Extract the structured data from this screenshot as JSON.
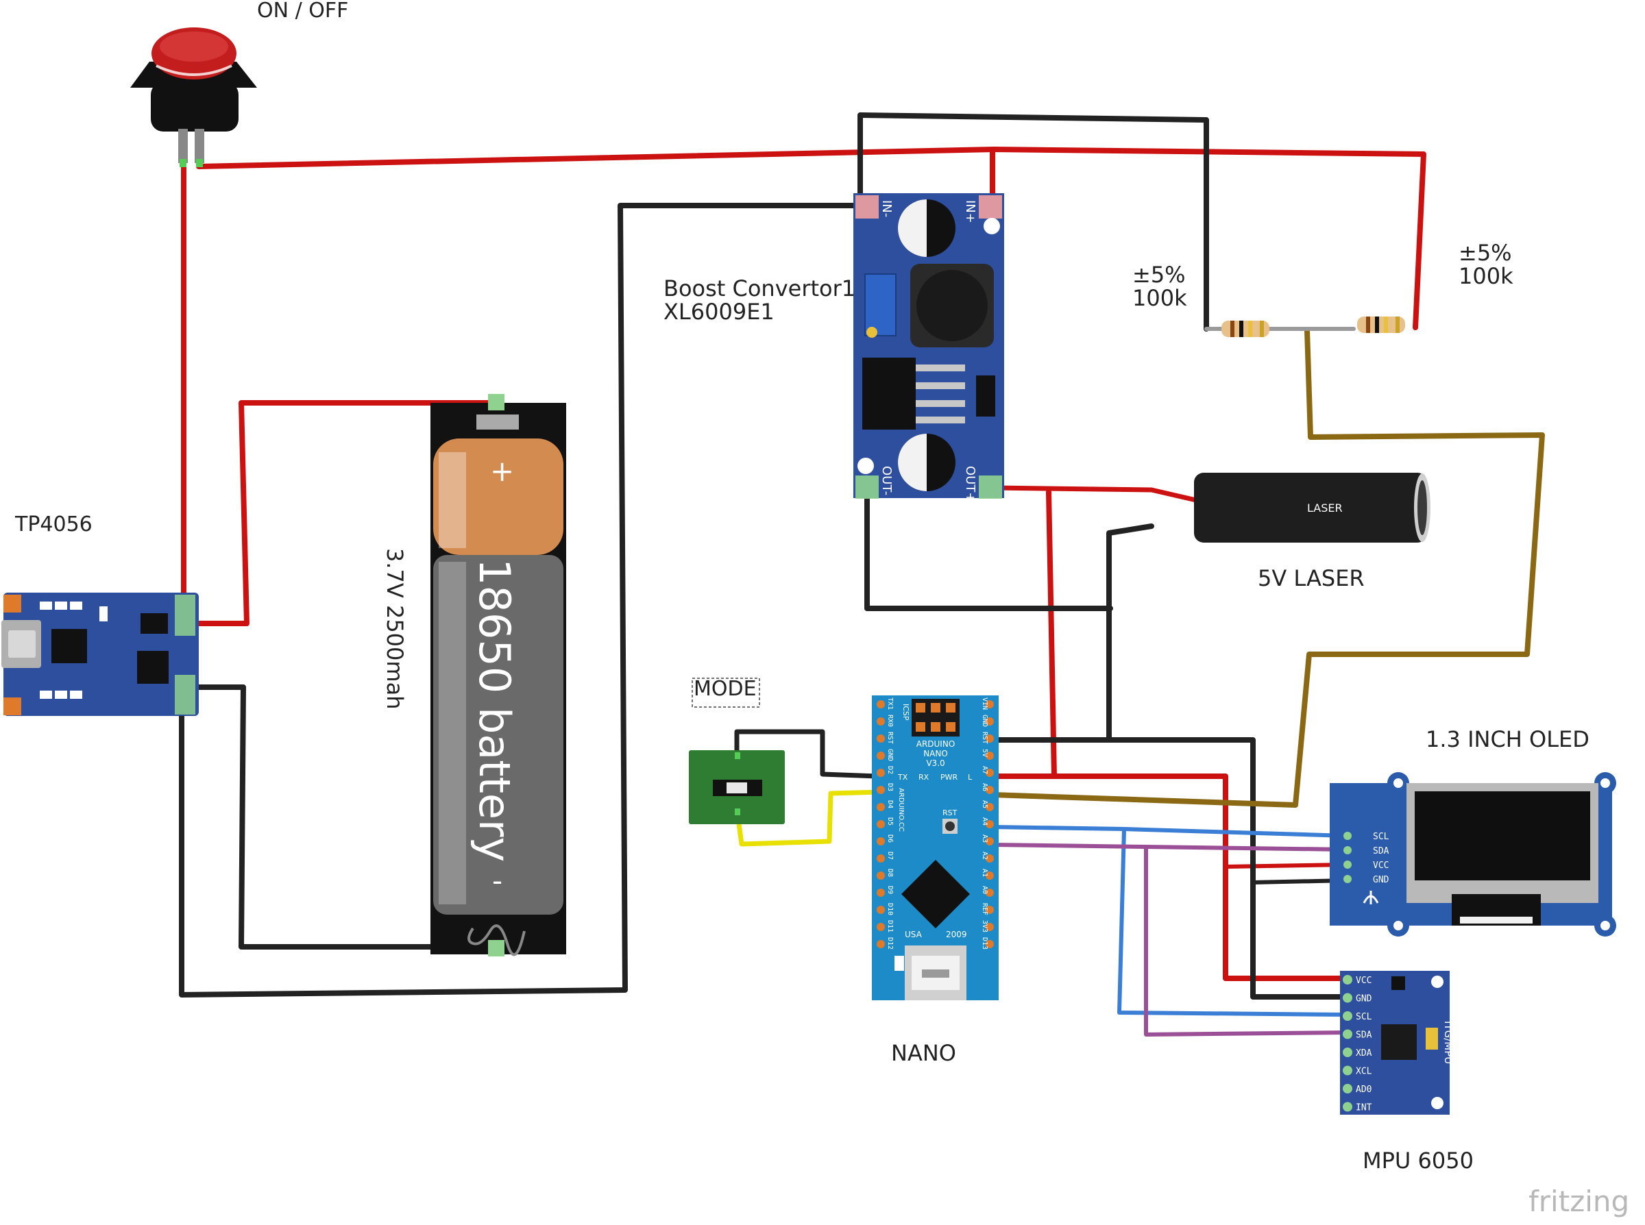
{
  "labels": {
    "on_off": "ON / OFF",
    "tp4056": "TP4056",
    "battery_capacity": "3.7V 2500mah",
    "battery_name": "18650 battery",
    "battery_plus": "+",
    "battery_minus": "-",
    "boost_line1": "Boost Convertor1",
    "boost_line2": "XL6009E1",
    "resistor1_tol": "±5%",
    "resistor1_val": "100k",
    "resistor2_tol": "±5%",
    "resistor2_val": "100k",
    "laser_body": "LASER",
    "laser_name": "5V LASER",
    "mode": "MODE",
    "nano": "NANO",
    "oled": "1.3 INCH OLED",
    "mpu": "MPU 6050",
    "watermark": "fritzing"
  },
  "boost_pins": {
    "in_minus": "IN-",
    "in_plus": "IN+",
    "out_minus": "OUT-",
    "out_plus": "OUT+"
  },
  "nano_board": {
    "icsp": "ICSP",
    "line1": "ARDUINO",
    "line2": "NANO",
    "line3": "V3.0",
    "rst": "RST",
    "tx": "TX",
    "rx": "RX",
    "pwr": "PWR",
    "l": "L",
    "usa": "USA",
    "year": "2009",
    "brand": "ARDUINO.CC",
    "left_pins": [
      "TX1",
      "RX0",
      "RST",
      "GND",
      "D2",
      "D3",
      "D4",
      "D5",
      "D6",
      "D7",
      "D8",
      "D9",
      "D10",
      "D11",
      "D12"
    ],
    "right_pins": [
      "VIN",
      "GND",
      "RST",
      "5V",
      "A7",
      "A6",
      "A5",
      "A4",
      "A3",
      "A2",
      "A1",
      "A0",
      "REF",
      "3V3",
      "D13"
    ]
  },
  "oled_pins": [
    "SCL",
    "SDA",
    "VCC",
    "GND"
  ],
  "mpu_pins": [
    "VCC",
    "GND",
    "SCL",
    "SDA",
    "XDA",
    "XCL",
    "AD0",
    "INT"
  ],
  "mpu_side": "ITG/MPU",
  "colors": {
    "wire_red": "#cc1111",
    "wire_black": "#222222",
    "wire_brown": "#8b6914",
    "wire_blue": "#3a7fd5",
    "wire_purple": "#9b4f96",
    "wire_yellow": "#e8e000",
    "wire_gray": "#9a9a9a",
    "board_blue": "#2d4f9e",
    "oled_blue": "#2b5cab",
    "nano_blue": "#1c8bc8",
    "battery_orange": "#d38b4f",
    "battery_gray": "#6a6a6a",
    "laser_black": "#1e1e1e",
    "button_red": "#c41d1d",
    "switch_green": "#2e7d32"
  }
}
